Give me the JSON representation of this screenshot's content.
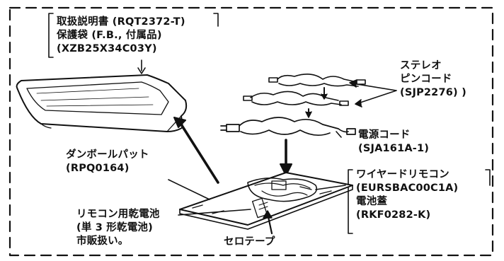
{
  "labels": {
    "manual_bag": [
      "取扱説明書 (RQT2372-T)",
      "保護袋 (F.B., 付属品)",
      "(XZB25X34C03Y)"
    ],
    "stereo_pin_cord": [
      "ステレオ",
      "ピンコード",
      "(SJP2276) )"
    ],
    "power_cord": [
      "電源コード",
      "(SJA161A-1)"
    ],
    "cardboard_pad": [
      "ダンボールパット",
      "(RPQ0164)"
    ],
    "wired_remote": [
      "ワイヤードリモコン",
      "(EURSBAC00C1A)",
      "電池蓋",
      "(RKF0282-K)"
    ],
    "batteries": [
      "リモコン用乾電池",
      "(単 3 形乾電池)",
      "市販扱い。"
    ],
    "cellophane_tape": "セロテープ"
  }
}
